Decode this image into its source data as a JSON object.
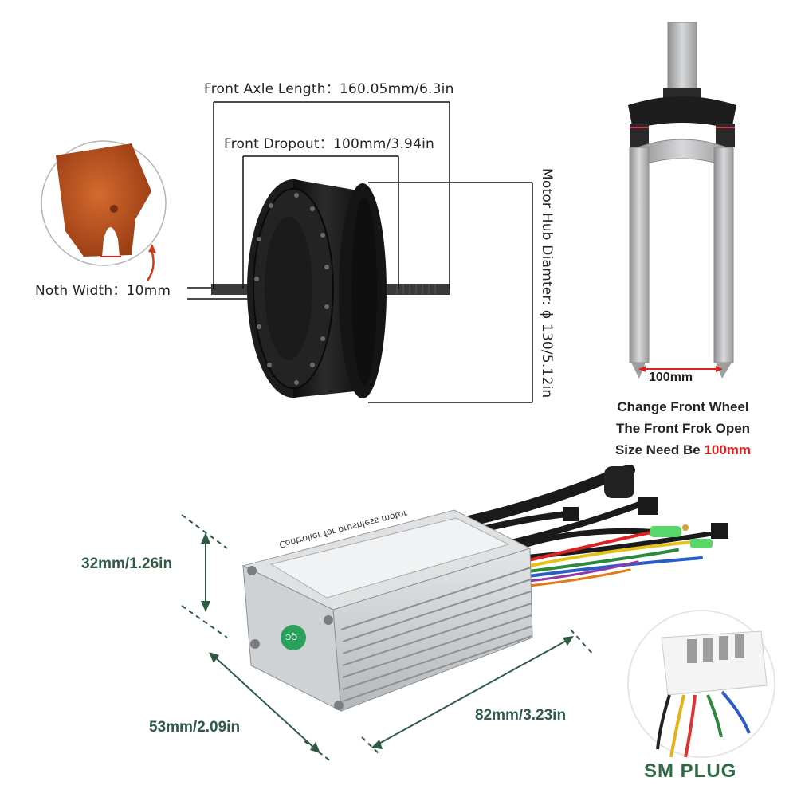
{
  "hub_motor": {
    "axle_length_label": "Front Axle Length：160.05mm/6.3in",
    "dropout_label": "Front Dropout：100mm/3.94in",
    "hub_diameter_label": "Motor Hub Diamter: ϕ 130/5.12in",
    "notch_width_label": "Noth Width：10mm"
  },
  "fork": {
    "width_label": "100mm",
    "caption_line1": "Change Front Wheel",
    "caption_line2": "The Front Frok Open",
    "caption_line3_prefix": "Size Need Be ",
    "caption_line3_highlight": "100mm"
  },
  "controller": {
    "height_label": "32mm/1.26in",
    "depth_label": "53mm/2.09in",
    "length_label": "82mm/3.23in",
    "sticker_title": "Controller for brushless motor",
    "badge_text": "QC"
  },
  "plug": {
    "title": "SM PLUG"
  },
  "colors": {
    "dimension_green": "#2f5a43",
    "highlight_red": "#e11b1b",
    "plug_title_green": "#2d6b45",
    "dropout_orange": "#b8501f",
    "motor_black": "#1a1a1a",
    "controller_silver": "#c9cccf"
  }
}
